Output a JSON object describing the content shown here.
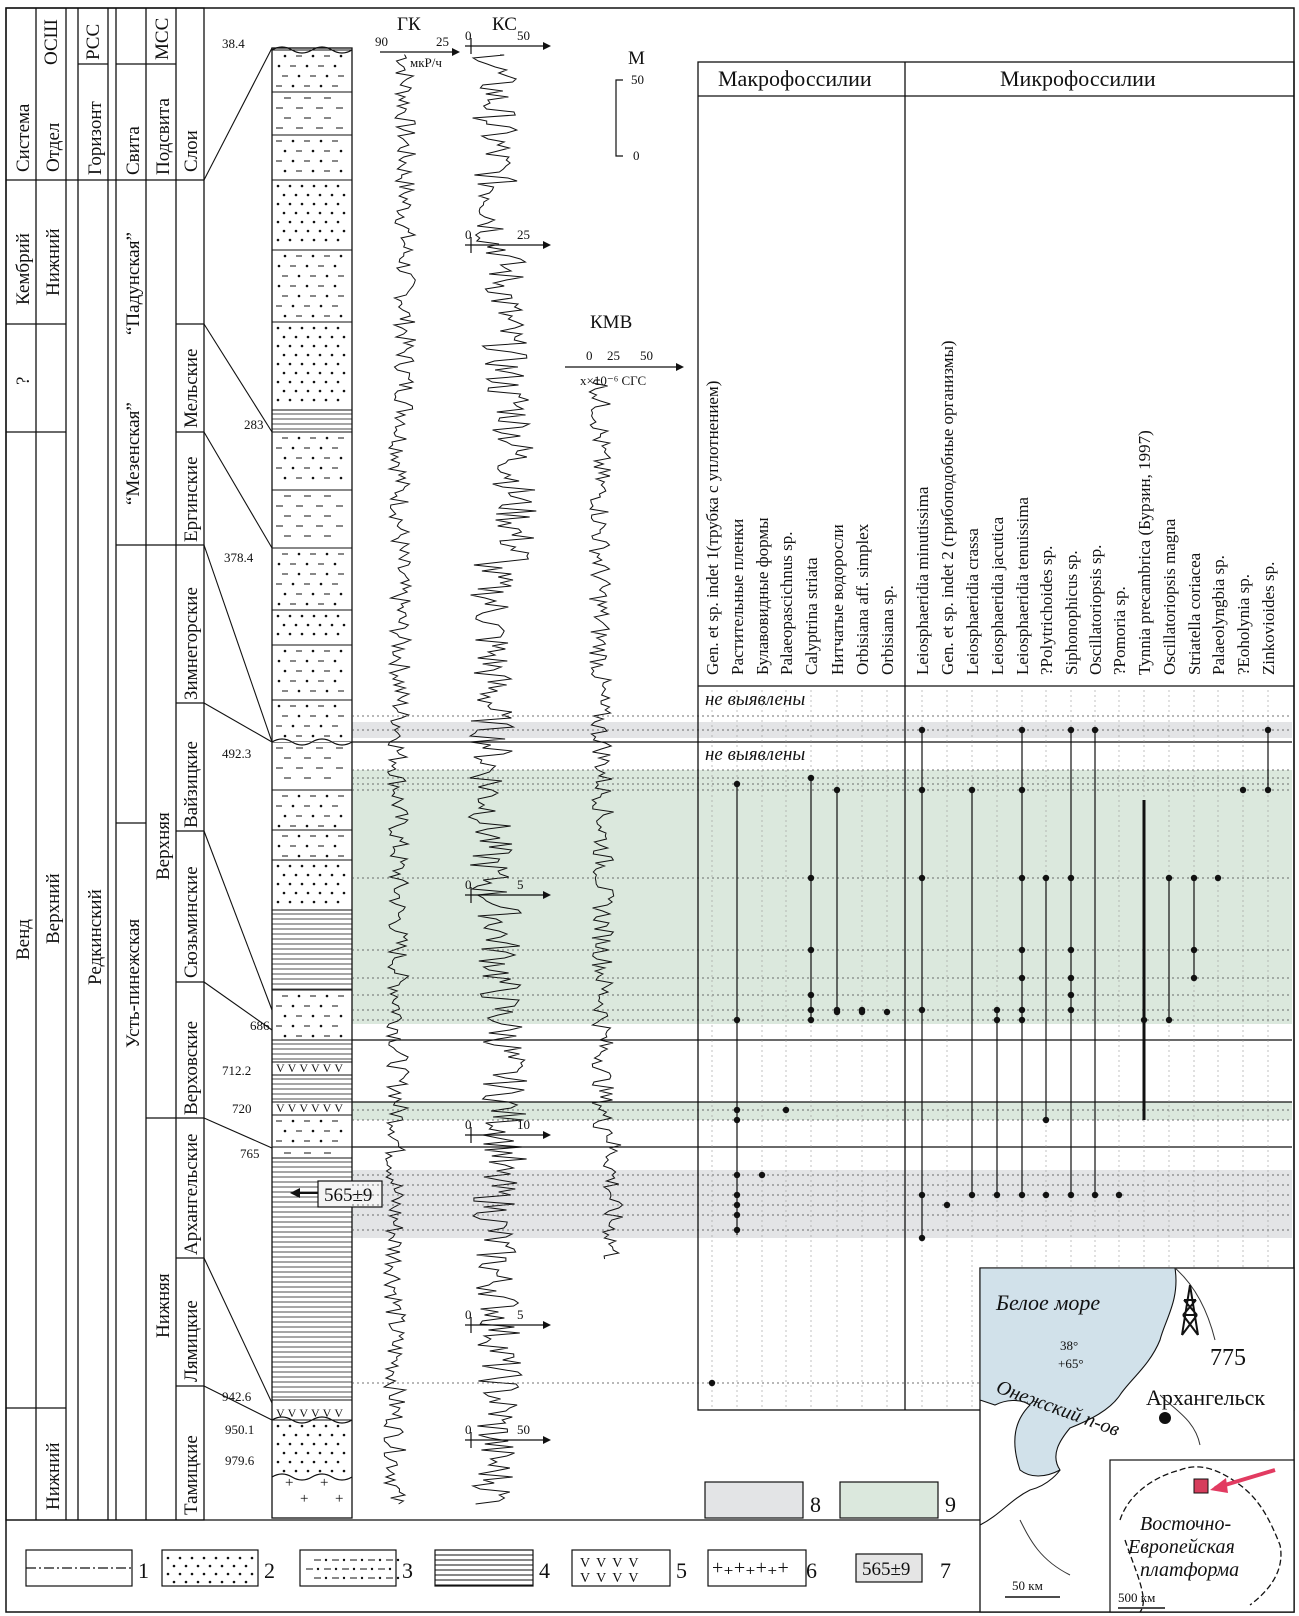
{
  "headers": {
    "strat_cols": [
      "ОСШ",
      "РСС",
      "МСС"
    ],
    "rows": [
      "Система",
      "Отдел",
      "Горизонт",
      "Свита",
      "Подсвита",
      "Слои"
    ]
  },
  "system": [
    "Кембрий",
    "?",
    "Венд"
  ],
  "series": [
    "Нижний",
    "Верхний",
    "Нижний"
  ],
  "horizon": [
    "Редкинский"
  ],
  "formation": [
    "“Падунская”",
    "“Мезенская”",
    "Усть-пинежская"
  ],
  "subformation": [
    "Верхняя",
    "Нижняя"
  ],
  "layers": [
    "Мельские",
    "Ергинские",
    "Зимнегорские",
    "Вайзицкие",
    "Сюзьминские",
    "Верховские",
    "Архангельские",
    "Лямицкие",
    "Тамицкие"
  ],
  "depths": [
    "38.4",
    "283",
    "378.4",
    "492.3",
    "686",
    "712.2",
    "720",
    "765",
    "942.6",
    "950.1",
    "979.6"
  ],
  "age_label": "565±9",
  "logs": {
    "gk": {
      "title": "ГК",
      "ticks": [
        "90",
        "25"
      ],
      "unit": "мкР/ч"
    },
    "ks": {
      "title": "КС",
      "scales": [
        [
          "0",
          "50"
        ],
        [
          "0",
          "25"
        ],
        [
          "0",
          "5"
        ],
        [
          "0",
          "10"
        ],
        [
          "0",
          "5"
        ],
        [
          "0",
          "50"
        ]
      ]
    },
    "kmv": {
      "title": "КМВ",
      "ticks": [
        "0",
        "25",
        "50"
      ],
      "unit": "x×10⁻⁶ СГС"
    },
    "scale_bar": {
      "unit": "М",
      "top": "50",
      "bottom": "0"
    }
  },
  "table": {
    "macro_header": "Макрофоссилии",
    "micro_header": "Микрофоссилии",
    "not_found": "не выявлены",
    "macro_taxa": [
      "Gen. et sp. indet 1(трубка с уплотнением)",
      "Растительные пленки",
      "Булавовидные формы",
      "Palaeopascichnus sp.",
      "Calyptrina striata",
      "Нитчатые водоросли",
      "Orbisiana aff. simplex",
      "Orbisiana sp."
    ],
    "micro_taxa": [
      "Leiosphaeridia minutissima",
      "Gen. et sp. indet 2 (грибоподобные организмы)",
      "Leiosphaeridia crassa",
      "Leiosphaeridia jacutica",
      "Leiosphaeridia tenuissima",
      "?Polytrichoides sp.",
      "Siphonophicus sp.",
      "Oscillatoriopsis sp.",
      "?Pomoria sp.",
      "Tynnia precambrica (Бурзин, 1997)",
      "Oscillatoriopsis magna",
      "Striatella coriacea",
      "Palaeolyngbia sp.",
      "?Eoholynia sp.",
      "Zinkovioides sp."
    ]
  },
  "map": {
    "sea": "Белое море",
    "peninsula": "Онежский п-ов",
    "coord_lon": "38°",
    "coord_lat": "+65°",
    "well": "775",
    "city": "Архангельск",
    "scale": "50 км",
    "inset_label": "Восточно-Европейская платформа",
    "inset_scale": "500 км"
  },
  "legend": [
    "1",
    "2",
    "3",
    "4",
    "5",
    "6",
    "7",
    "8",
    "9"
  ],
  "legend_age": "565±9",
  "colors": {
    "grey_band": "#e3e4e6",
    "green_band": "#dbe8dd",
    "sea": "#d1e1ea",
    "marker": "#d63d5c"
  }
}
